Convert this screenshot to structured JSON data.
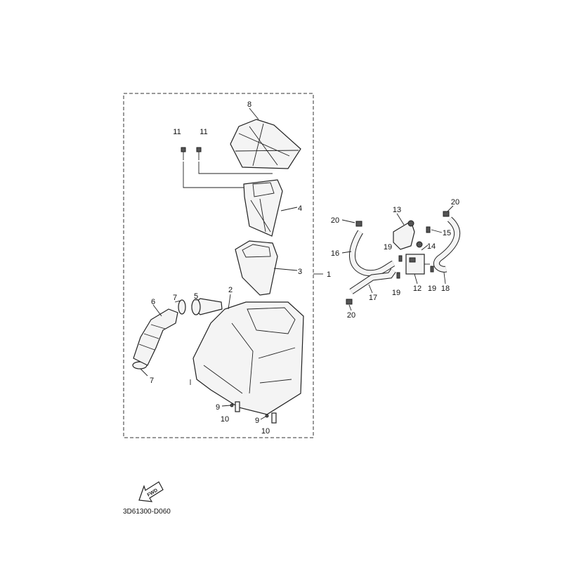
{
  "diagram": {
    "part_labels": {
      "p8": "8",
      "p11a": "11",
      "p11b": "11",
      "p4": "4",
      "p3": "3",
      "p1": "1",
      "p2": "2",
      "p6": "6",
      "p7a": "7",
      "p5": "5",
      "p7b": "7",
      "p9a": "9",
      "p10a": "10",
      "p9b": "9",
      "p10b": "10",
      "p20a": "20",
      "p13": "13",
      "p20b": "20",
      "p15": "15",
      "p16": "16",
      "p19a": "19",
      "p14": "14",
      "p12": "12",
      "p19b": "19",
      "p19c": "19",
      "p18": "18",
      "p17": "17",
      "p20c": "20"
    },
    "fwd_label": "FWD",
    "drawing_code": "3D61300-D060"
  }
}
